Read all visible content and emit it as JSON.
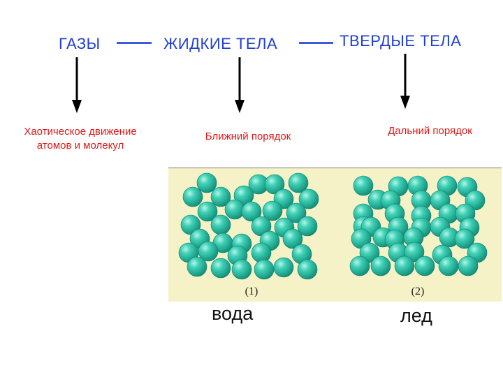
{
  "states": [
    {
      "heading": "ГАЗЫ",
      "description": "Хаотическое движение атомов и молекул"
    },
    {
      "heading": "ЖИДКИЕ ТЕЛА",
      "description": "Ближний порядок"
    },
    {
      "heading": "ТВЕРДЫЕ ТЕЛА",
      "description": "Дальний порядок"
    }
  ],
  "figure": {
    "panel_labels": [
      "(1)",
      "(2)"
    ],
    "captions": [
      "вода",
      "лед"
    ]
  },
  "colors": {
    "heading": "#1f3fd0",
    "connector": "#3b5bd9",
    "description": "#e01818",
    "panel_background": "#f4f2c6",
    "molecule": "#26b8a0"
  }
}
